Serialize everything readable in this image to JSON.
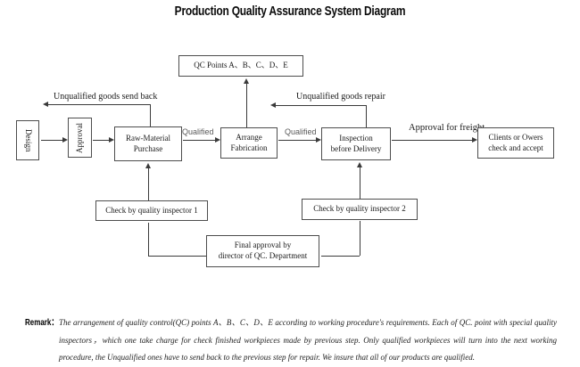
{
  "title": "Production Quality Assurance System Diagram",
  "diagram": {
    "boxes": {
      "design": {
        "label": "Design"
      },
      "approval": {
        "label": "Approval"
      },
      "qc_points": {
        "label": "QC Points A、B、C、D、E"
      },
      "raw_material": {
        "label": "Raw-Material\nPurchase"
      },
      "arrange": {
        "label": "Arrange\nFabrication"
      },
      "inspection": {
        "label": "Inspection\nbefore Delivery"
      },
      "clients": {
        "label": "Clients or Owers\ncheck and accept"
      },
      "inspector1": {
        "label": "Check by quality inspector 1"
      },
      "inspector2": {
        "label": "Check by quality inspector 2"
      },
      "final_approval": {
        "label": "Final approval by\ndirector of QC. Department"
      }
    },
    "flow_labels": {
      "send_back": "Unqualified goods send back",
      "repair": "Unqualified goods repair",
      "qualified_1": "Qualified",
      "qualified_2": "Qualified",
      "freight": "Approval for freight"
    }
  },
  "remark": {
    "heading": "Remark：",
    "text": "The arrangement of quality control(QC) points A、B、C、D、E according to working procedure's requirements. Each of QC. point with special quality inspectors，which one take charge for check finished workpieces made by previous step. Only qualified workpieces will turn into the next working procedure, the Unqualified ones have to send back to the previous step for repair. We insure that all of our products are qualified."
  },
  "colors": {
    "text": "#1a1a1a",
    "line": "#3a3a3a",
    "box_border": "#4d4d4d",
    "qualified_label": "#5a5a5a",
    "background": "#ffffff"
  }
}
